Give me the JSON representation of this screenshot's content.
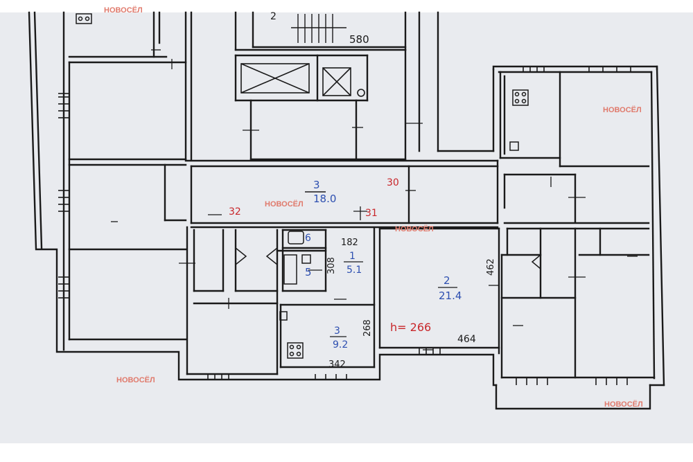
{
  "colors": {
    "paper": "#e9ebef",
    "ink": "#1a1a1a",
    "blue": "#2d4fb0",
    "red": "#c8262a",
    "watermark": "#e07a6c"
  },
  "watermarks": [
    {
      "text": "НОВОСЁЛ"
    },
    {
      "text": "НОВОСЁЛ"
    },
    {
      "text": "НОВОСЁЛ"
    },
    {
      "text": "НОВОСЁЛ"
    },
    {
      "text": "НОВОСЁЛ"
    },
    {
      "text": "НОВОСЁЛ"
    }
  ],
  "labels": {
    "top_dim": "580",
    "top_num": "2",
    "room3_num": "3",
    "room3_area": "18.0",
    "red_30": "30",
    "red_32": "32",
    "red_31": "31",
    "bath_num": "6",
    "wc_num": "5",
    "hall_num": "1",
    "hall_area": "5.1",
    "dim_182": "182",
    "dim_308": "308",
    "kitchen_num": "3",
    "kitchen_area": "9.2",
    "dim_268": "268",
    "dim_342": "342",
    "room2_num": "2",
    "room2_area": "21.4",
    "dim_462": "462",
    "height": "h= 266",
    "dim_464": "464"
  }
}
